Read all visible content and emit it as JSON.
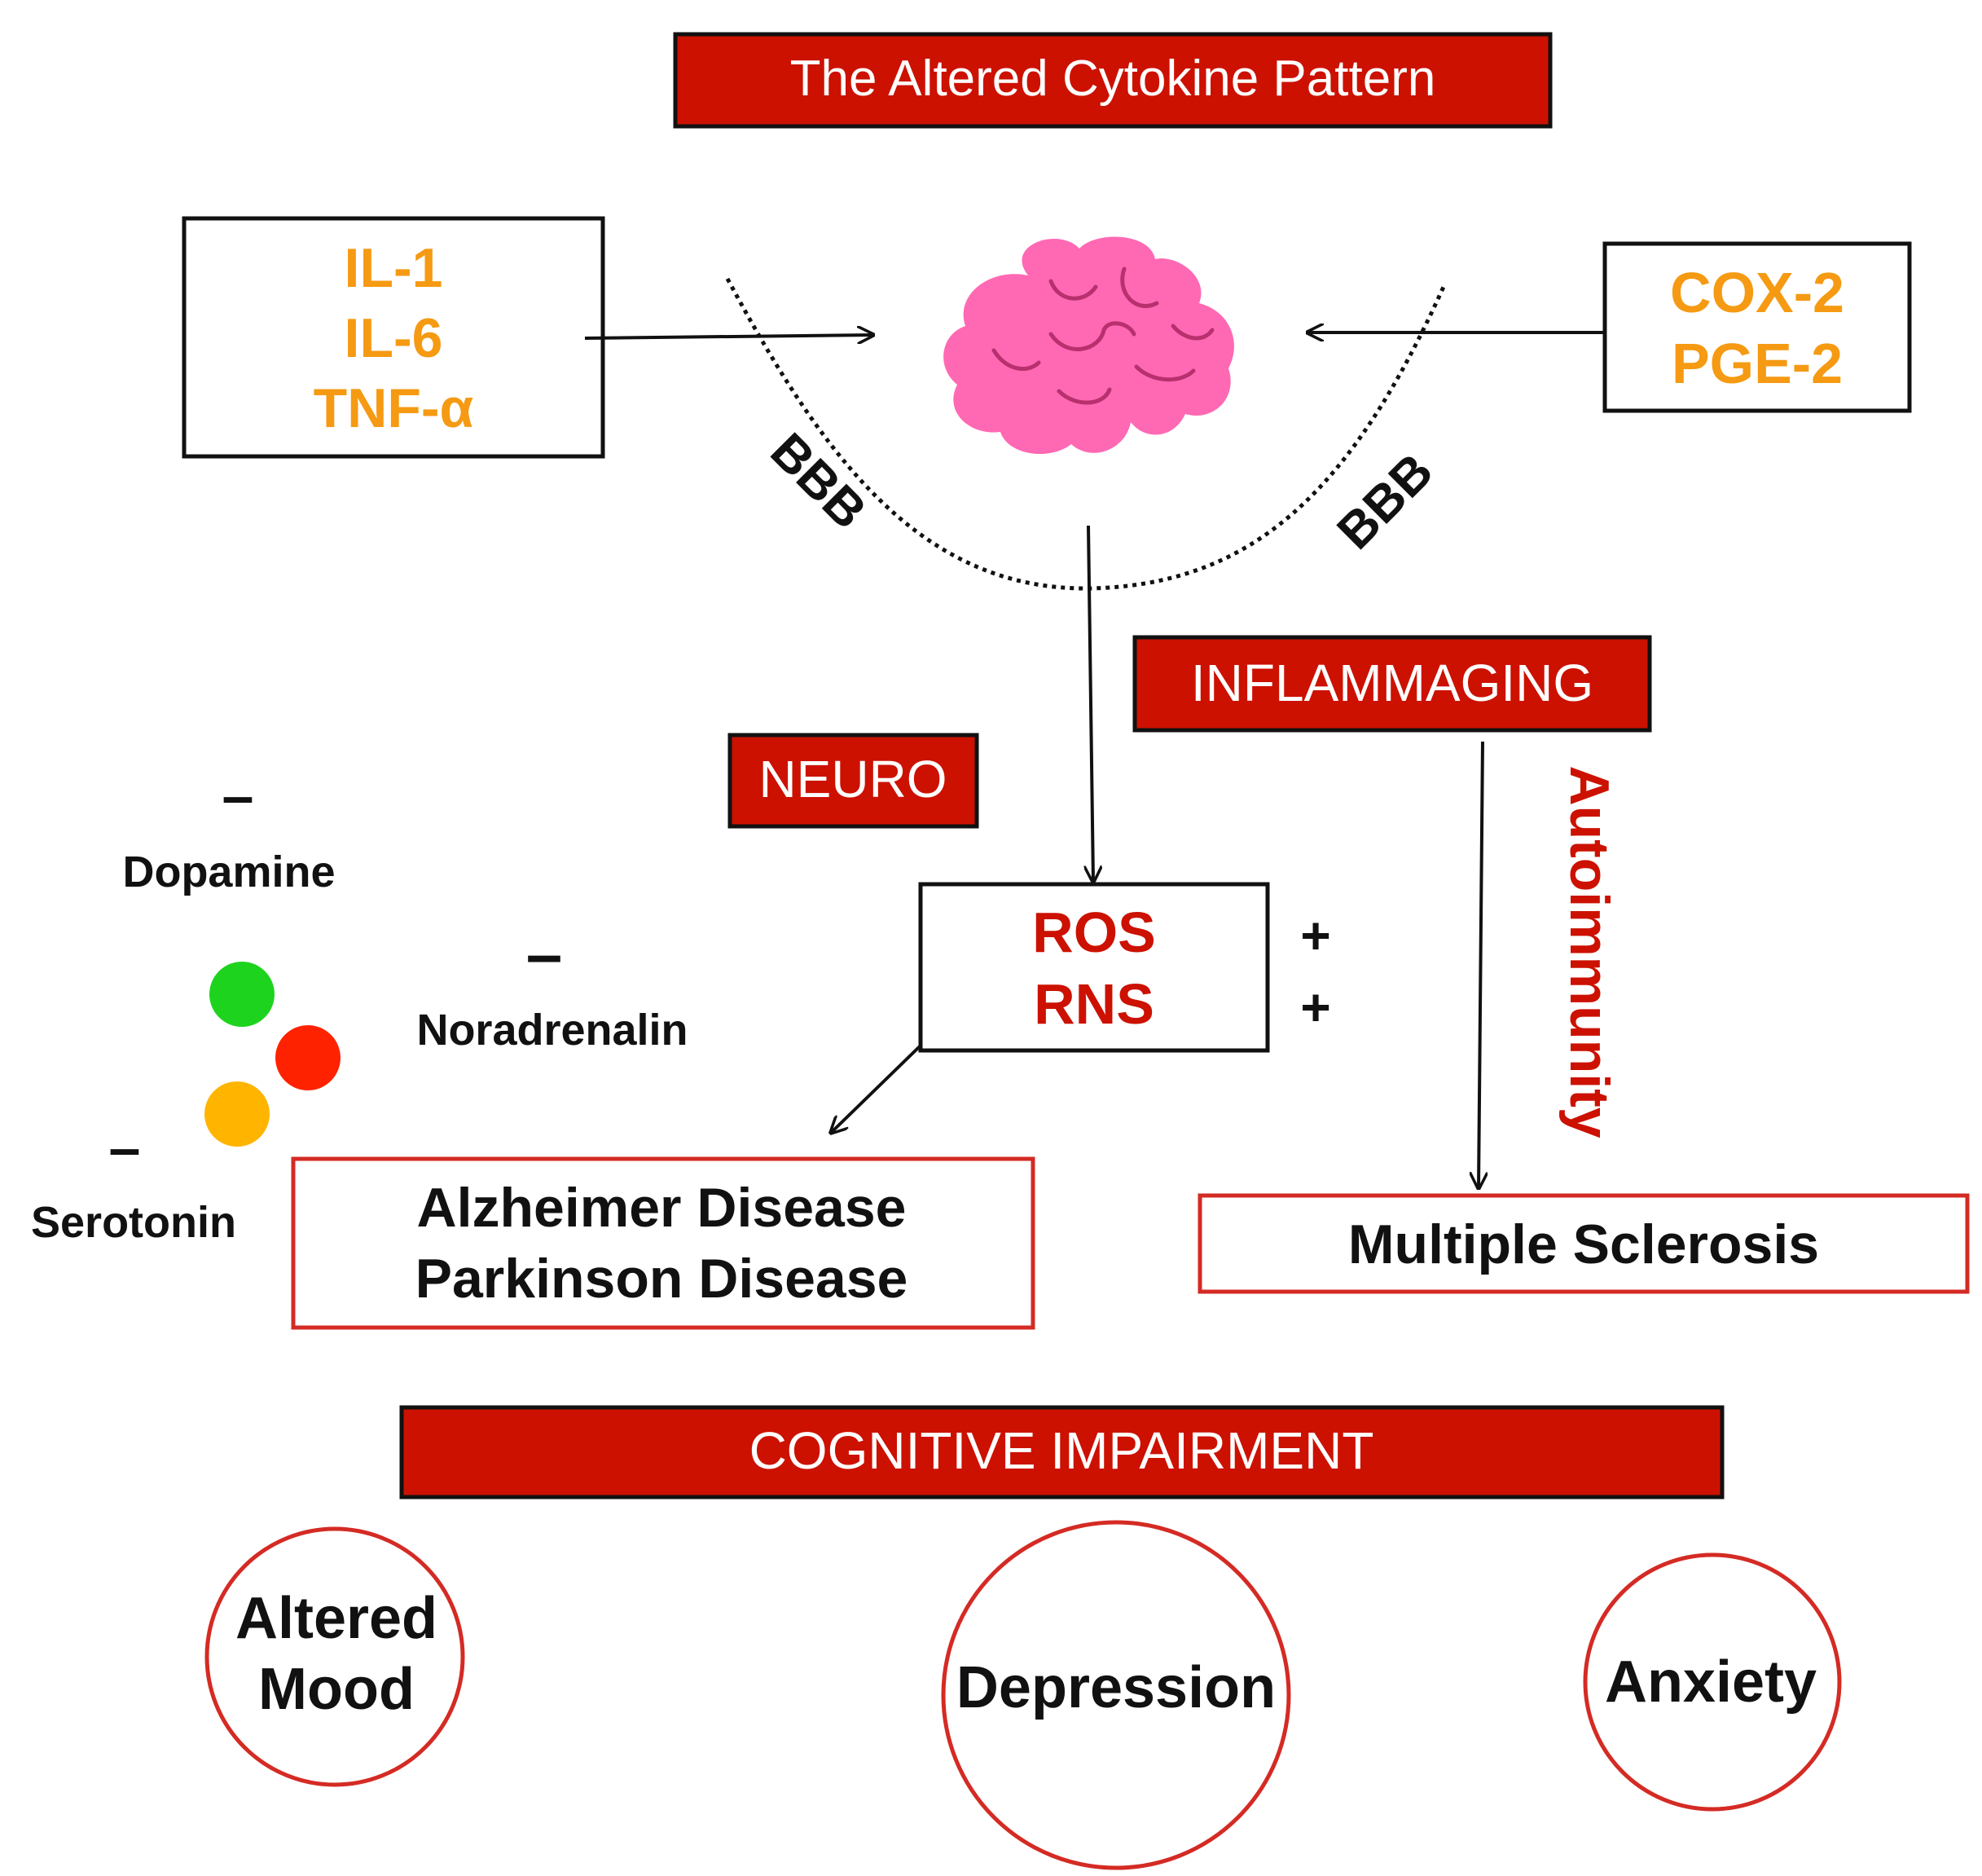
{
  "title": "The Altered Cytokine Pattern",
  "colors": {
    "banner_fill": "#cc1100",
    "banner_text": "#ffffff",
    "cytokine_text": "#f59a12",
    "ros_text": "#cc1100",
    "autoimmunity_text": "#cc1100",
    "box_border_dark": "#111111",
    "box_border_red": "#d42b24",
    "brain": "#ff69b4",
    "dopamine_dot": "#1ed31e",
    "noradrenalin_dot": "#ff2200",
    "serotonin_dot": "#ffb400"
  },
  "icons": {
    "brain": "brain-icon"
  },
  "cytokines_left": [
    "IL-1",
    "IL-6",
    "TNF-α"
  ],
  "cytokines_right": [
    "COX-2",
    "PGE-2"
  ],
  "bbb_left": "BBB",
  "bbb_right": "BBB",
  "neuro_label": "NEURO",
  "inflammaging_label": "INFLAMMAGING",
  "ros_box": [
    "ROS",
    "RNS"
  ],
  "plus_signs": [
    "+",
    "+"
  ],
  "autoimmunity_label": "Autoimmunity",
  "neurotransmitters": {
    "dopamine": {
      "sign": "–",
      "label": "Dopamine"
    },
    "noradrenalin": {
      "sign": "–",
      "label": "Noradrenalin"
    },
    "serotonin": {
      "sign": "–",
      "label": "Serotonin"
    }
  },
  "neuro_diseases": [
    "Alzheimer Disease",
    "Parkinson Disease"
  ],
  "autoimmune_disease": "Multiple Sclerosis",
  "cognitive_label": "COGNITIVE IMPAIRMENT",
  "outcomes": {
    "altered_mood": [
      "Altered",
      "Mood"
    ],
    "depression": "Depression",
    "anxiety": "Anxiety"
  }
}
